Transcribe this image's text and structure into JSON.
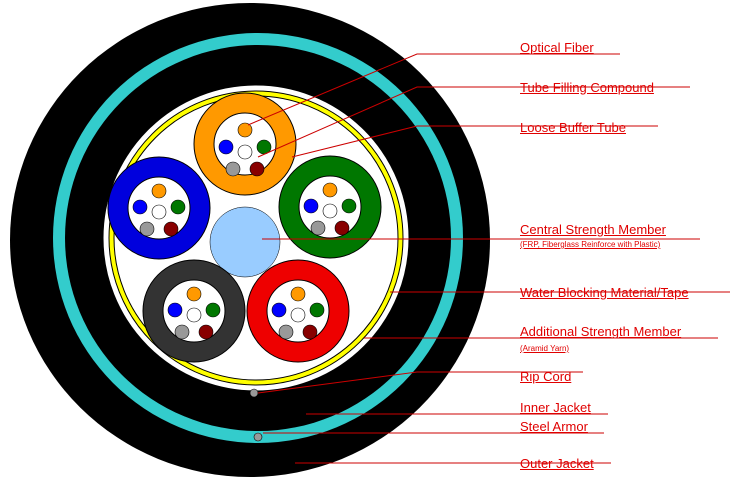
{
  "labels": {
    "optical_fiber": "Optical Fiber",
    "tube_filling_compound": "Tube Filling Compound",
    "loose_buffer_tube": "Loose Buffer Tube",
    "central_strength_member": "Central Strength Member",
    "central_strength_member_note": "(FRP, Fiberglass Reinforce with Plastic)",
    "water_blocking": "Water Blocking Material/Tape",
    "additional_strength_member": "Additional Strength Member",
    "additional_strength_member_note": "(Aramid Yarn)",
    "rip_cord": "Rip Cord",
    "inner_jacket": "Inner Jacket",
    "steel_armor": "Steel Armor",
    "outer_jacket": "Outer Jacket"
  },
  "colors": {
    "outer_jacket": "#000000",
    "steel_armor": "#33cccc",
    "water_blocking": "#ffff00",
    "core": "#ffffff",
    "central_member": "#99ccff",
    "label_red": "#e00000",
    "leader_line": "#cc0000",
    "tube_orange": "#ff9900",
    "tube_green": "#007700",
    "tube_blue": "#0000dd",
    "tube_gray": "#333333",
    "tube_red": "#ee0000",
    "fiber_orange": "#ff9900",
    "fiber_blue": "#0000ff",
    "fiber_white": "#ffffff",
    "fiber_green": "#007700",
    "fiber_gray": "#999999",
    "fiber_brown": "#880000",
    "rip_cord": "#999999"
  },
  "buffer_tubes": [
    "orange",
    "green",
    "red",
    "gray",
    "blue"
  ],
  "fibers_per_tube": [
    "orange",
    "blue",
    "white",
    "green",
    "gray",
    "brown"
  ]
}
